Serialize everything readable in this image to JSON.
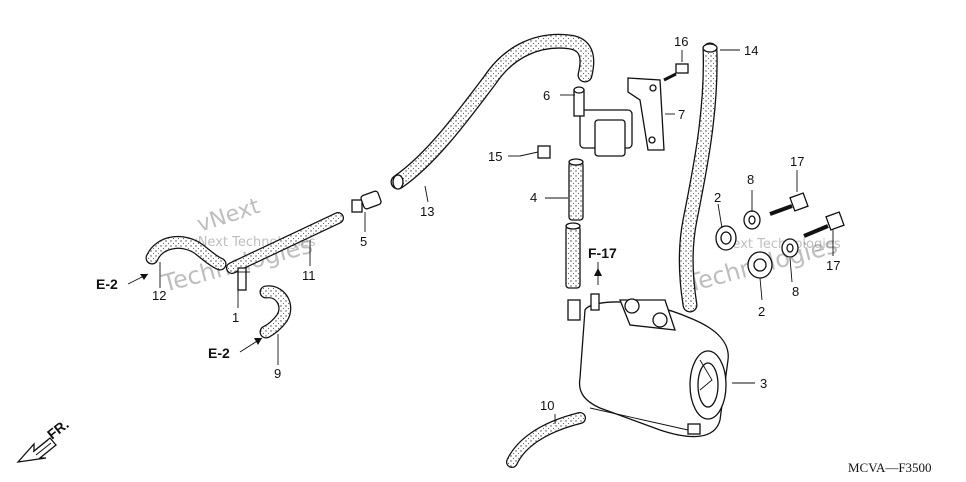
{
  "diagram": {
    "callouts": [
      {
        "id": "c1",
        "label": "1"
      },
      {
        "id": "c2a",
        "label": "2"
      },
      {
        "id": "c2b",
        "label": "2"
      },
      {
        "id": "c3",
        "label": "3"
      },
      {
        "id": "c4",
        "label": "4"
      },
      {
        "id": "c5",
        "label": "5"
      },
      {
        "id": "c6",
        "label": "6"
      },
      {
        "id": "c7",
        "label": "7"
      },
      {
        "id": "c8a",
        "label": "8"
      },
      {
        "id": "c8b",
        "label": "8"
      },
      {
        "id": "c9",
        "label": "9"
      },
      {
        "id": "c10",
        "label": "10"
      },
      {
        "id": "c11",
        "label": "11"
      },
      {
        "id": "c12",
        "label": "12"
      },
      {
        "id": "c13",
        "label": "13"
      },
      {
        "id": "c14",
        "label": "14"
      },
      {
        "id": "c15",
        "label": "15"
      },
      {
        "id": "c16",
        "label": "16"
      },
      {
        "id": "c17a",
        "label": "17"
      },
      {
        "id": "c17b",
        "label": "17"
      }
    ],
    "refs": {
      "e2_upper": "E-2",
      "e2_lower": "E-2",
      "f17": "F-17"
    },
    "direction_label": "FR.",
    "diagram_code": "MCVA—F3500",
    "watermarks": [
      "vNext",
      "vNext Technologies",
      "Technologies",
      "vNext Technologies",
      "Technologies"
    ],
    "colors": {
      "line": "#111111",
      "background": "#ffffff",
      "watermark": "#8a8a8a"
    }
  }
}
